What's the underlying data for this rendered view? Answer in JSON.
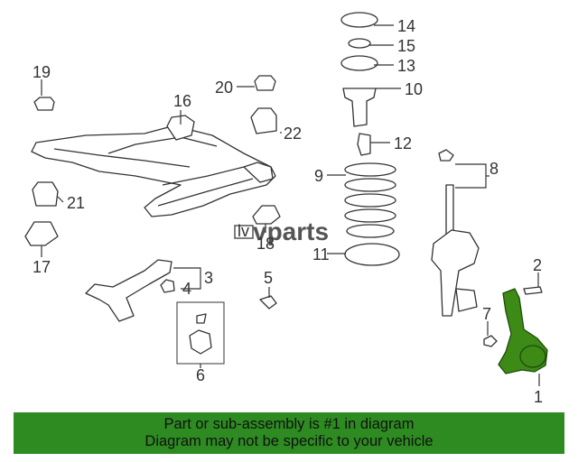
{
  "logo": {
    "text": "vparts",
    "mark": "lv"
  },
  "callouts": [
    "1",
    "2",
    "3",
    "4",
    "5",
    "6",
    "7",
    "8",
    "9",
    "10",
    "11",
    "12",
    "13",
    "14",
    "15",
    "16",
    "17",
    "18",
    "19",
    "20",
    "21",
    "22"
  ],
  "highlighted_part": "1",
  "colors": {
    "highlight": "#3d8a17",
    "banner": "#2e8b22",
    "line": "#333333"
  },
  "banner": {
    "line1": "Part or sub-assembly is #1 in diagram",
    "line2": "Diagram may not be specific to your vehicle"
  }
}
